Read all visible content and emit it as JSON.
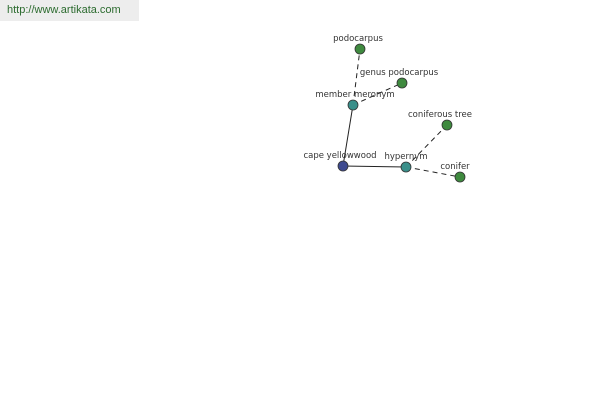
{
  "watermark": {
    "url": "http://www.artikata.com"
  },
  "colors": {
    "root": "#3e4a8f",
    "relation": "#3a8f8a",
    "leaf": "#3f8a3f",
    "url_text": "#2c6b2f"
  },
  "graph": {
    "nodes": [
      {
        "id": "cape-yellowwood",
        "label": "cape yellowwood",
        "kind": "root"
      },
      {
        "id": "member-meronym",
        "label": "member meronym",
        "kind": "relation"
      },
      {
        "id": "hypernym",
        "label": "hypernym",
        "kind": "relation"
      },
      {
        "id": "podocarpus",
        "label": "podocarpus",
        "kind": "leaf"
      },
      {
        "id": "genus-podocarpus",
        "label": "genus podocarpus",
        "kind": "leaf"
      },
      {
        "id": "coniferous-tree",
        "label": "coniferous tree",
        "kind": "leaf"
      },
      {
        "id": "conifer",
        "label": "conifer",
        "kind": "leaf"
      }
    ],
    "edges": [
      {
        "from": "cape-yellowwood",
        "to": "member-meronym",
        "style": "solid"
      },
      {
        "from": "cape-yellowwood",
        "to": "hypernym",
        "style": "solid"
      },
      {
        "from": "member-meronym",
        "to": "podocarpus",
        "style": "dashed"
      },
      {
        "from": "member-meronym",
        "to": "genus-podocarpus",
        "style": "dashed"
      },
      {
        "from": "hypernym",
        "to": "coniferous-tree",
        "style": "dashed"
      },
      {
        "from": "hypernym",
        "to": "conifer",
        "style": "dashed"
      }
    ]
  }
}
